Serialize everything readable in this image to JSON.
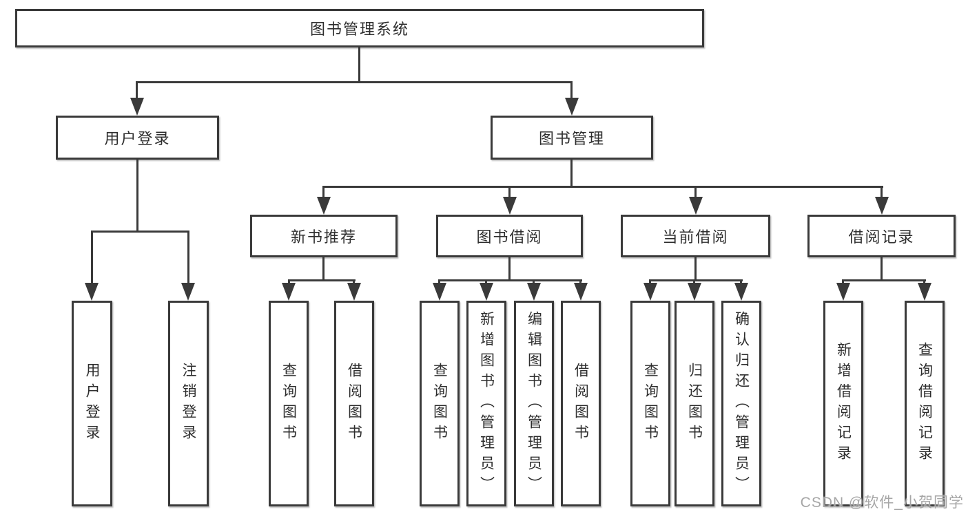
{
  "tree": {
    "root": "图书管理系统",
    "children": [
      {
        "label": "用户登录",
        "children": [
          "用户登录",
          "注销登录"
        ]
      },
      {
        "label": "图书管理",
        "children": [
          {
            "label": "新书推荐",
            "children": [
              "查询图书",
              "借阅图书"
            ]
          },
          {
            "label": "图书借阅",
            "children": [
              "查询图书",
              "新增图书（管理员）",
              "编辑图书（管理员）",
              "借阅图书"
            ]
          },
          {
            "label": "当前借阅",
            "children": [
              "查询图书",
              "归还图书",
              "确认归还（管理员）"
            ]
          },
          {
            "label": "借阅记录",
            "children": [
              "新增借阅记录",
              "查询借阅记录"
            ]
          }
        ]
      }
    ]
  },
  "watermark": "CSDN @软件_小贺同学",
  "colors": {
    "line": "#3a3a3a",
    "text": "#2e2e2e",
    "watermark": "#a6a6a6",
    "background": "#ffffff"
  }
}
